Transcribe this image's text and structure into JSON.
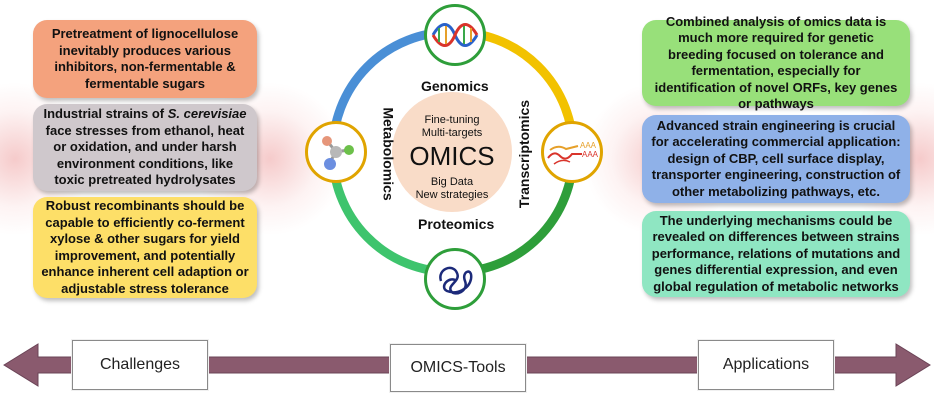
{
  "challenges": [
    {
      "text": "Pretreatment of lignocellulose inevitably produces various inhibitors, non-fermentable & fermentable sugars"
    },
    {
      "before": "Industrial strains of ",
      "italic": "S. cerevisiae",
      "after": " face stresses from ethanol, heat or oxidation, and under harsh environment conditions, like toxic pretreated hydrolysates"
    },
    {
      "text": "Robust recombinants should be capable to efficiently co-ferment xylose & other sugars for yield improvement, and potentially enhance inherent cell adaption or adjustable stress tolerance"
    }
  ],
  "applications": [
    {
      "text": "Combined analysis of omics data is much more required for genetic breeding focused on tolerance and fermentation, especially for identification of novel ORFs, key genes or pathways"
    },
    {
      "text": "Advanced strain engineering is crucial for accelerating commercial application: design of CBP, cell surface display, transporter engineering, construction of other metabolizing pathways, etc."
    },
    {
      "text": "The underlying mechanisms could be revealed on differences between strains performance, relations of mutations and genes differential expression, and even global regulation of metabolic networks"
    }
  ],
  "omics_circle": {
    "genomics": "Genomics",
    "transcriptomics": "Transcriptomics",
    "proteomics": "Proteomics",
    "metabolomics": "Metabolomics",
    "center_top": "Fine-tuning\nMulti-targets",
    "center_title": "OMICS",
    "center_bottom": "Big Data\nNew strategies",
    "aaa_label": "AAA",
    "colors": {
      "top_right": "#f2c200",
      "bottom_right": "#2e9e3a",
      "bottom_left": "#3ec46d",
      "top_left": "#4a8fd6",
      "center": "#f9dcc8"
    }
  },
  "bottom_bar": {
    "left": "Challenges",
    "center": "OMICS-Tools",
    "right": "Applications",
    "arrow_color": "#8a5a6e"
  }
}
